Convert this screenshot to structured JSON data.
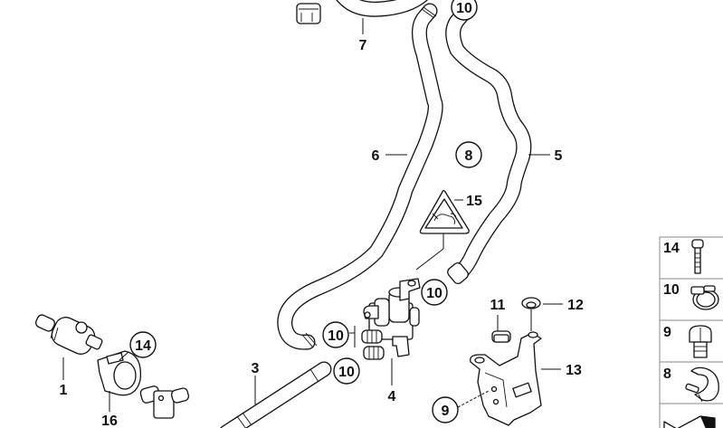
{
  "diagram": {
    "title": "Heater valve and coolant hoses parts diagram",
    "callouts": {
      "c1": "1",
      "c3": "3",
      "c4": "4",
      "c5": "5",
      "c6": "6",
      "c7": "7",
      "c8": "8",
      "c9": "9",
      "c10a": "10",
      "c10b": "10",
      "c10c": "10",
      "c10d": "10",
      "c11": "11",
      "c12": "12",
      "c13": "13",
      "c14": "14",
      "c15": "15",
      "c16": "16"
    },
    "side_panel": {
      "items": [
        {
          "label": "14",
          "icon": "bolt-icon"
        },
        {
          "label": "10",
          "icon": "hose-clamp-icon"
        },
        {
          "label": "9",
          "icon": "hex-bolt-icon"
        },
        {
          "label": "8",
          "icon": "clip-icon"
        },
        {
          "label": "",
          "icon": "shim-icon"
        }
      ]
    }
  }
}
